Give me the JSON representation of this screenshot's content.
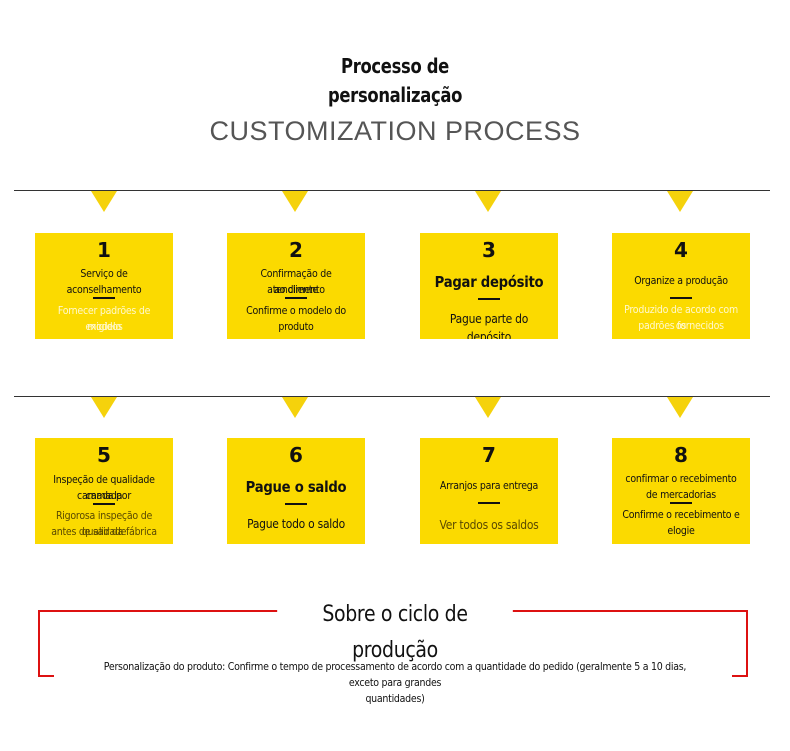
{
  "header": {
    "title_pt_line1": "Processo de",
    "title_pt_line2": "personalização",
    "title_en": "CUSTOMIZATION PROCESS"
  },
  "steps": [
    {
      "number": "1",
      "title_line1": "Serviço de",
      "title_line2": "aconselhamento",
      "desc_line1": "Fornecer padrões de modelo",
      "desc_line2": "exigidos"
    },
    {
      "number": "2",
      "title_line1": "Confirmação de atendimento",
      "title_line2": "ao cliente",
      "desc_line1": "Confirme o modelo do",
      "desc_line2": "produto"
    },
    {
      "number": "3",
      "title_line1": "Pagar depósito",
      "title_line2": "",
      "desc_line1": "Pague parte do depósito",
      "desc_line2": ""
    },
    {
      "number": "4",
      "title_line1": "Organize a produção",
      "title_line2": "",
      "desc_line1": "Produzido de acordo com os",
      "desc_line2": "padrões fornecidos"
    },
    {
      "number": "5",
      "title_line1": "Inspeção de qualidade camada por",
      "title_line2": "camada",
      "desc_line1": "Rigorosa inspeção de qualidade",
      "desc_line2": "antes de sair da fábrica"
    },
    {
      "number": "6",
      "title_line1": "Pague o saldo",
      "title_line2": "",
      "desc_line1": "Pague todo o saldo",
      "desc_line2": ""
    },
    {
      "number": "7",
      "title_line1": "Arranjos para entrega",
      "title_line2": "",
      "desc_line1": "Ver todos os saldos",
      "desc_line2": ""
    },
    {
      "number": "8",
      "title_line1": "confirmar o recebimento",
      "title_line2": "de mercadorias",
      "desc_line1": "Confirme o recebimento e",
      "desc_line2": "elogie"
    }
  ],
  "cycle": {
    "title": "Sobre o ciclo de produção",
    "text_line1": "Personalização do produto: Confirme o tempo de processamento de acordo com a quantidade do pedido (geralmente 5 a 10 dias, exceto para grandes",
    "text_line2": "quantidades)"
  },
  "colors": {
    "accent_yellow": "#fbda00",
    "frame_red": "#dd1111",
    "divider": "#333333"
  }
}
